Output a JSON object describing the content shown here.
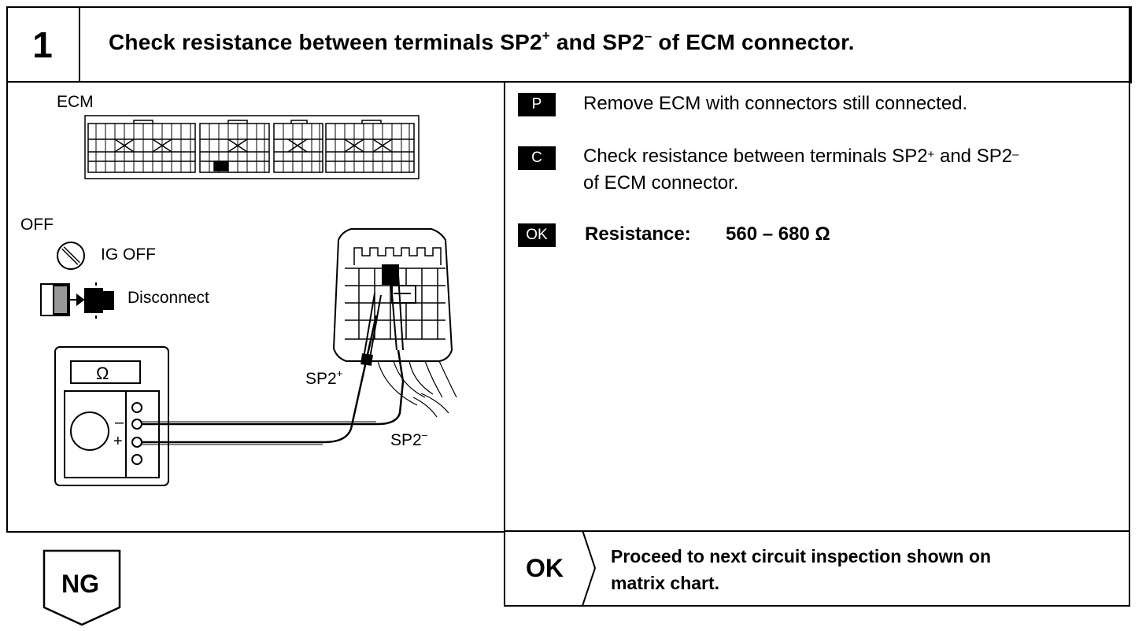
{
  "step": {
    "number": "1",
    "title_pre": "Check resistance between terminals SP2",
    "title_plus": "+",
    "title_mid": " and SP2",
    "title_minus": "–",
    "title_post": " of ECM connector."
  },
  "diagram": {
    "ecm_label": "ECM",
    "off_label": "OFF",
    "ig_off_label": "IG OFF",
    "disconnect_label": "Disconnect",
    "meter_symbol": "Ω",
    "minus_sign": "–",
    "plus_sign": "+",
    "sp2_plus_base": "SP2",
    "sp2_plus_sup": "+",
    "sp2_minus_base": "SP2",
    "sp2_minus_sup": "–"
  },
  "instructions": {
    "p_badge": "P",
    "p_text": "Remove ECM with connectors still connected.",
    "c_badge": "C",
    "c_line1_pre": "Check resistance between terminals SP2",
    "c_line1_plus": "+",
    "c_line1_mid": " and SP2",
    "c_line1_minus": "–",
    "c_line2": "of ECM connector.",
    "ok_badge": "OK",
    "resistance_label": "Resistance:",
    "resistance_value": "560 – 680 Ω"
  },
  "result": {
    "ok_label": "OK",
    "ok_line1": "Proceed to next circuit inspection shown on",
    "ok_line2": "matrix chart.",
    "ng_label": "NG"
  }
}
